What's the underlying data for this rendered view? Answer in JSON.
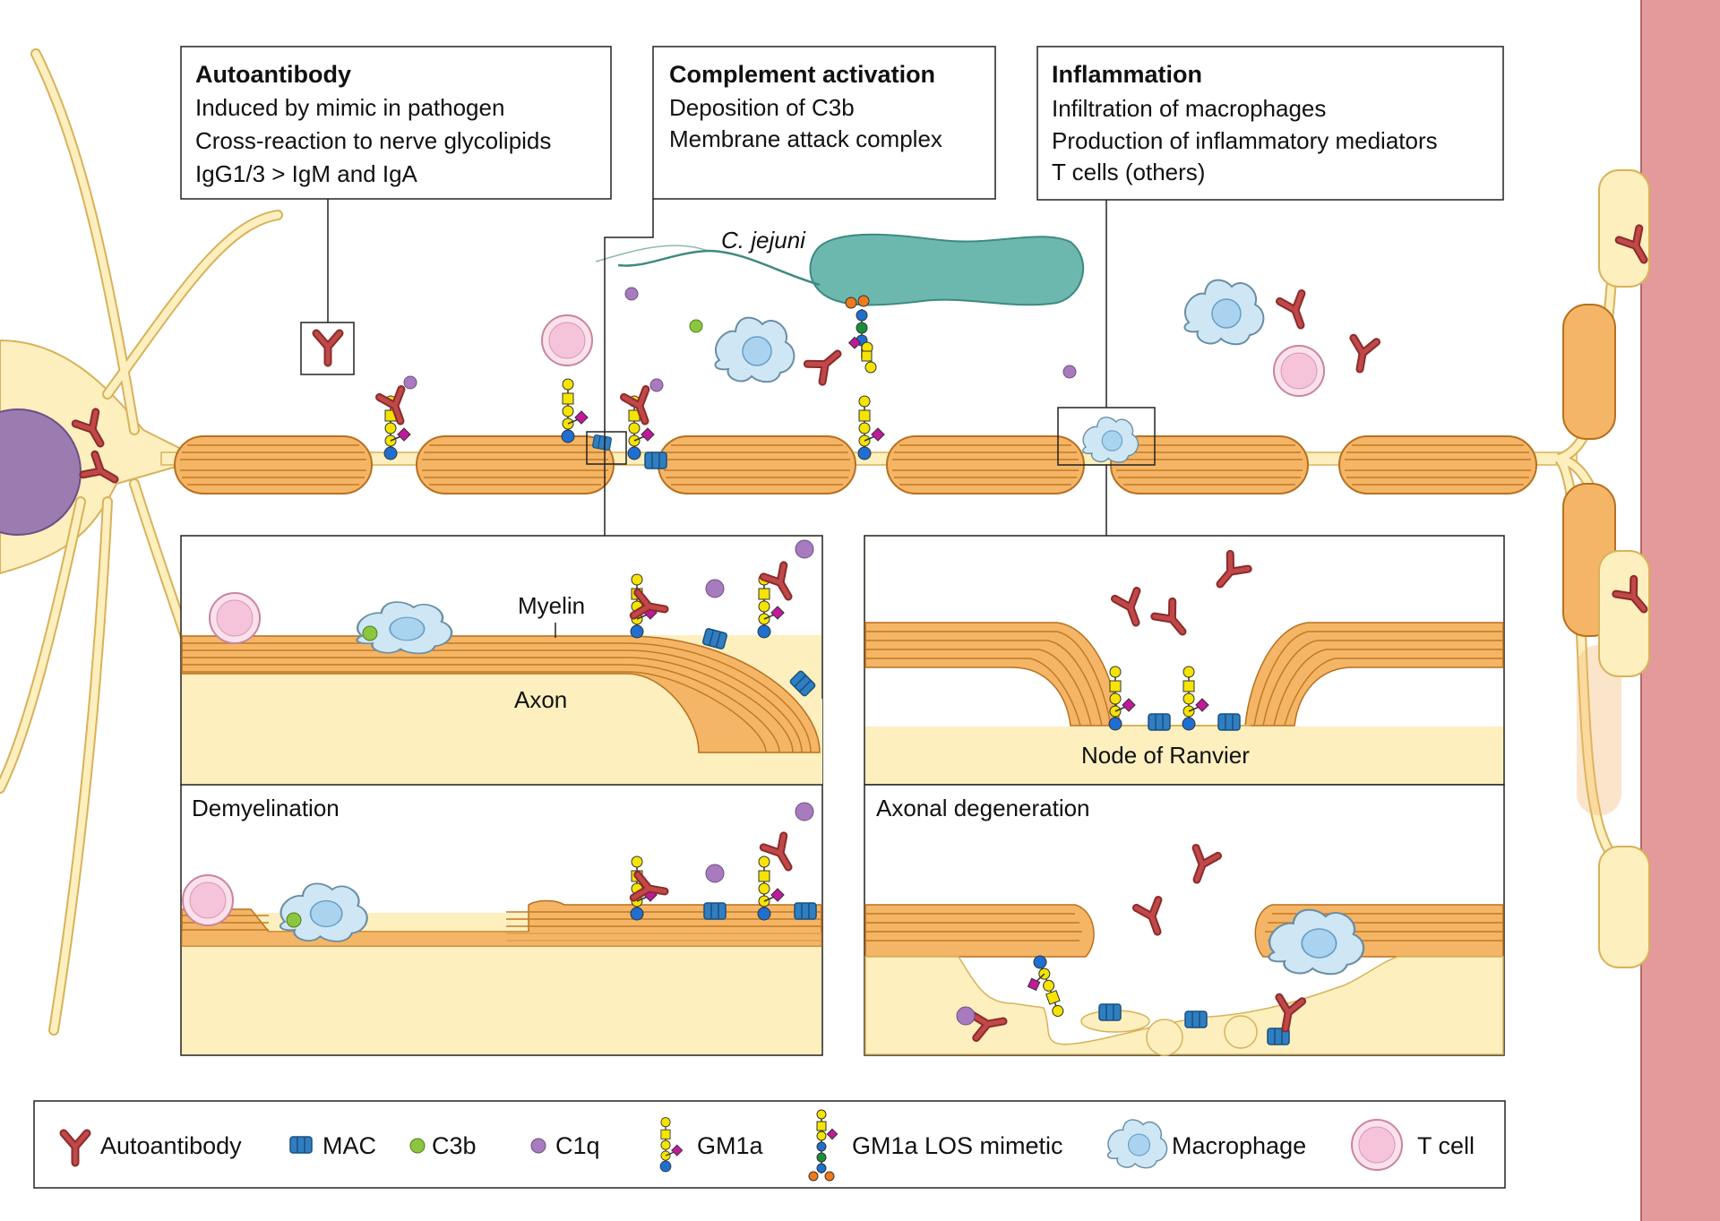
{
  "colors": {
    "myelin": "#f4b566",
    "myelin_line": "#c47a24",
    "axon": "#fdefbe",
    "axon_line": "#d8b25a",
    "cell_body": "#9b7bb0",
    "autoantibody": "#b03a3a",
    "mac": "#2f7fc0",
    "c3b": "#8cc63f",
    "c1q": "#a77bbd",
    "gm1_yellow": "#f5e400",
    "gm1_magenta": "#c0199a",
    "gm1_blue": "#1e6fd0",
    "bacterium": "#6cb8ae",
    "macrophage": "#bfe0f2",
    "tcell": "#f6c4da",
    "muscle": "#e49a9a"
  },
  "boxes": {
    "autoantibody": {
      "title": "Autoantibody",
      "lines": [
        "Induced by mimic in pathogen",
        "Cross-reaction to nerve glycolipids",
        "IgG1/3 > IgM and IgA"
      ]
    },
    "complement": {
      "title": "Complement activation",
      "lines": [
        "Deposition of C3b",
        "Membrane attack complex"
      ]
    },
    "inflammation": {
      "title": "Inflammation",
      "lines": [
        "Infiltration of macrophages",
        "Production of inflammatory mediators",
        "T cells (others)"
      ]
    }
  },
  "bacterium_label": "C. jejuni",
  "panels": {
    "myelin_label": "Myelin",
    "axon_label": "Axon",
    "node_label": "Node of Ranvier",
    "demyelination": "Demyelination",
    "axonal_degeneration": "Axonal degeneration"
  },
  "legend": {
    "items": [
      {
        "icon": "autoantibody-icon",
        "label": "Autoantibody"
      },
      {
        "icon": "mac-icon",
        "label": "MAC"
      },
      {
        "icon": "c3b-icon",
        "label": "C3b"
      },
      {
        "icon": "c1q-icon",
        "label": "C1q"
      },
      {
        "icon": "gm1a-icon",
        "label": "GM1a"
      },
      {
        "icon": "gm1a-los-mimetic-icon",
        "label": "GM1a LOS mimetic"
      },
      {
        "icon": "macrophage-icon",
        "label": "Macrophage"
      },
      {
        "icon": "t-cell-icon",
        "label": "T cell"
      }
    ]
  }
}
